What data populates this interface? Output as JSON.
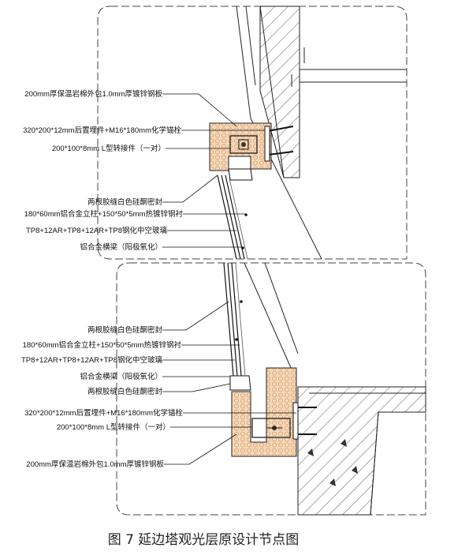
{
  "caption": "图 7  延边塔观光层原设计节点图",
  "top_labels": [
    "200mm厚保温岩棉外包1.0mm厚镀锌钢板",
    "320*200*12mm后置埋件+M16*180mm化学锚栓",
    "200*100*8mm L型转接件（一对）",
    "两根胶缝白色硅酮密封",
    "180*60mm铝合金立柱+150*50*5mm热镀锌钢衬",
    "TP8+12AR+TP8+12AR+TP8钢化中空玻璃",
    "铝合金横梁（阳极氧化）"
  ],
  "bottom_labels": [
    "两根胶缝白色硅酮密封",
    "180*60mm铝合金立柱+150*50*5mm热镀锌钢衬",
    "TP8+12AR+TP8+12AR+TP8钢化中空玻璃",
    "铝合金横梁（阳极氧化）",
    "两根胶缝白色硅酮密封",
    "320*200*12mm后置埋件+M16*180mm化学锚栓",
    "200*100*8mm L型转接件（一对）",
    "200mm厚保温岩棉外包1.0mm厚镀锌钢板"
  ]
}
